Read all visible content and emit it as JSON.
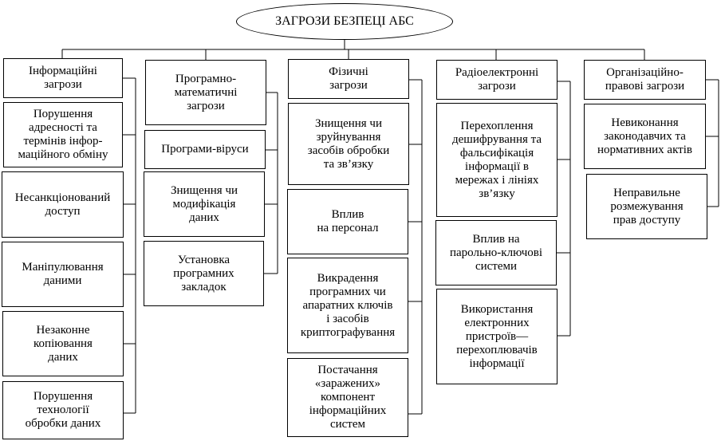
{
  "root": "ЗАГРОЗИ БЕЗПЕЦІ АБС",
  "categories": [
    {
      "title": "Інформаційні\nзагрози",
      "items": [
        "Порушення\nадресності та\nтермінів інфор-\nмаційного обміну",
        "Несанкціонований\nдоступ",
        "Маніпулювання\nданими",
        "Незаконне\nкопіювання\nданих",
        "Порушення\nтехнології\nобробки даних"
      ]
    },
    {
      "title": "Програмно-\nматематичні\nзагрози",
      "items": [
        "Програми-віруси",
        "Знищення чи\nмодифікація\nданих",
        "Установка\nпрограмних\nзакладок"
      ]
    },
    {
      "title": "Фізичні\nзагрози",
      "items": [
        "Знищення чи\nзруйнування\nзасобів обробки\nта зв’язку",
        "Вплив\nна персонал",
        "Викрадення\nпрограмних чи\nапаратних ключів\nі засобів\nкриптографування",
        "Постачання\n«заражених»\nкомпонент\nінформаційних\nсистем"
      ]
    },
    {
      "title": "Радіоелектронні\nзагрози",
      "items": [
        "Перехоплення\nдешифрування та\nфальсифікація\nінформації в\nмережах і лініях\nзв’язку",
        "Вплив на\nпарольно-ключові\nсистеми",
        "Використання\nелектронних\nпристроїв—\nперехоплювачів\nінформації"
      ]
    },
    {
      "title": "Організаційно-\nправові загрози",
      "items": [
        "Невиконання\nзаконодавчих та\nнормативних актів",
        "Неправильне\nрозмежування\nправ доступу"
      ]
    }
  ]
}
